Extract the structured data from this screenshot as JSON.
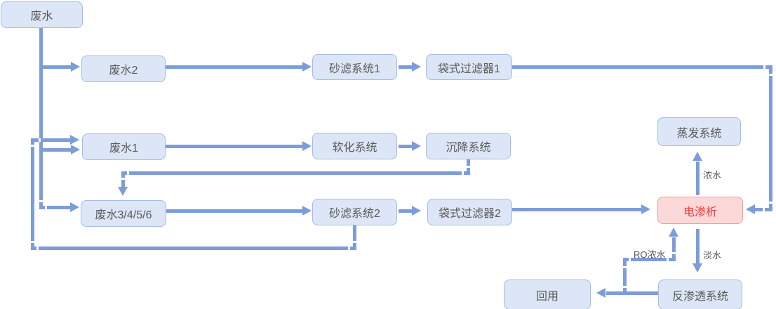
{
  "diagram_title": "wastewater-treatment-process-flow",
  "nodes": [
    {
      "id": "wastewater",
      "label": "废水"
    },
    {
      "id": "wastewater-2",
      "label": "废水2"
    },
    {
      "id": "sand-filter-1",
      "label": "砂滤系统1"
    },
    {
      "id": "bag-filter-1",
      "label": "袋式过滤器1"
    },
    {
      "id": "wastewater-1",
      "label": "废水1"
    },
    {
      "id": "softening",
      "label": "软化系统"
    },
    {
      "id": "sedimentation",
      "label": "沉降系统"
    },
    {
      "id": "wastewater-3456",
      "label": "废水3/4/5/6"
    },
    {
      "id": "sand-filter-2",
      "label": "砂滤系统2"
    },
    {
      "id": "bag-filter-2",
      "label": "袋式过滤器2"
    },
    {
      "id": "evaporation",
      "label": "蒸发系统"
    },
    {
      "id": "electrodialysis",
      "label": "电渗析",
      "highlighted": true
    },
    {
      "id": "reverse-osmosis",
      "label": "反渗透系统"
    },
    {
      "id": "reuse",
      "label": "回用"
    }
  ],
  "edge_labels": {
    "concentrate": "浓水",
    "fresh": "淡水",
    "ro_concentrate": "RO浓水"
  },
  "edges": [
    "废水→废水2",
    "废水→废水1",
    "废水→废水3/4/5/6",
    "废水2→砂滤系统1",
    "砂滤系统1→袋式过滤器1",
    "袋式过滤器1→电渗析",
    "废水1→软化系统",
    "软化系统→沉降系统",
    "沉降系统→废水3/4/5/6",
    "废水3/4/5/6→砂滤系统2",
    "砂滤系统2→袋式过滤器2",
    "砂滤系统2→废水1",
    "袋式过滤器2→电渗析",
    "电渗析→蒸发系统(浓水)",
    "电渗析→反渗透系统(淡水)",
    "反渗透系统→回用",
    "反渗透系统→电渗析(RO浓水)"
  ],
  "colors": {
    "node_fill": "#dce6f6",
    "node_border": "#a5bbe4",
    "node_text": "#595959",
    "highlight_fill": "#fdd8d8",
    "highlight_border": "#ef9e9e",
    "highlight_text": "#e83e3e",
    "line": "#7d9dd9",
    "background": "#ffffff"
  }
}
